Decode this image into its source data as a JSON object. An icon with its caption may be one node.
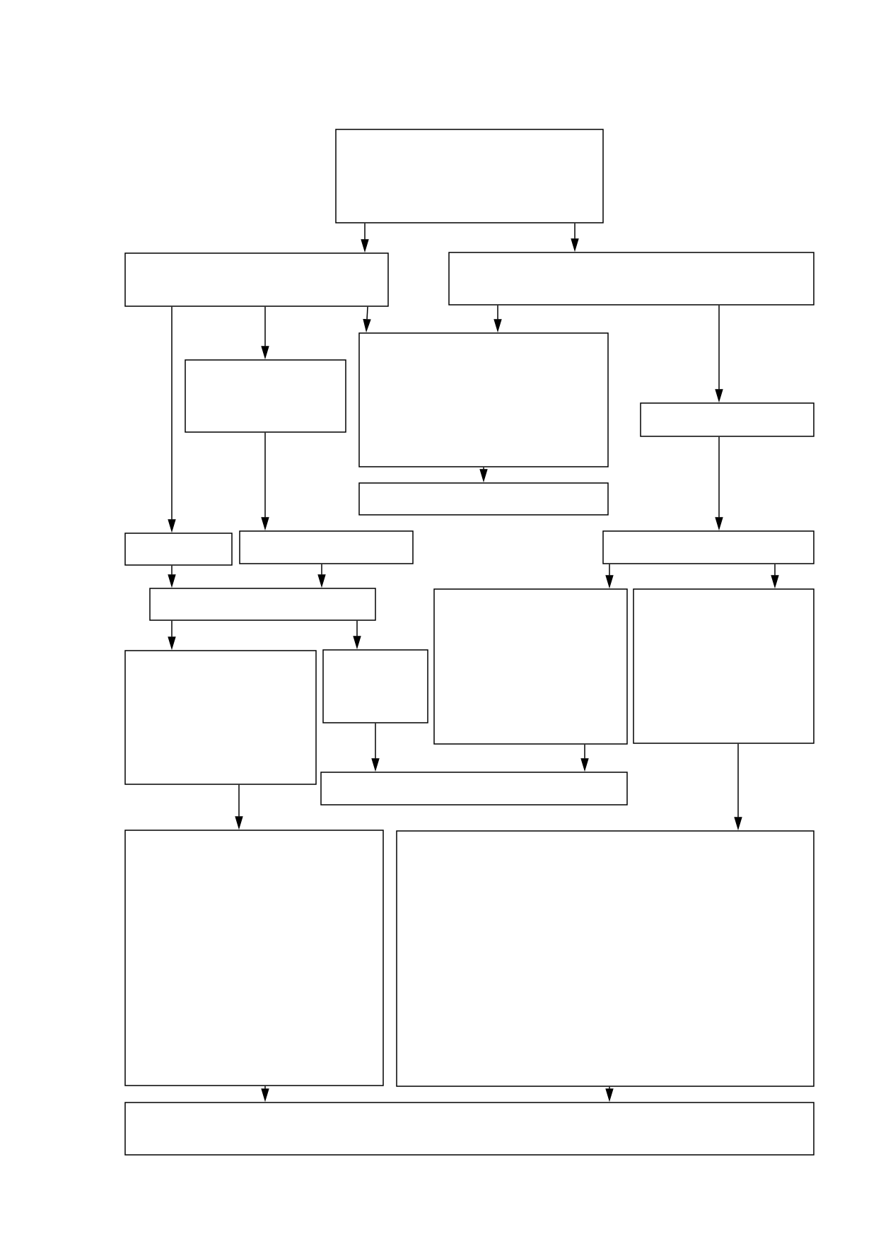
{
  "diagram": {
    "nodes": [
      {
        "text": [],
        "shape": "box"
      },
      {
        "text": [],
        "shape": "box"
      },
      {
        "text": [],
        "shape": "box"
      },
      {
        "text": [],
        "shape": "box"
      },
      {
        "text": [],
        "shape": "box"
      },
      {
        "text": [],
        "shape": "box"
      },
      {
        "text": [],
        "shape": "box"
      },
      {
        "text": [],
        "shape": "box"
      },
      {
        "text": [],
        "shape": "box"
      },
      {
        "text": [],
        "shape": "box"
      },
      {
        "text": [],
        "shape": "box"
      },
      {
        "text": [],
        "shape": "box"
      },
      {
        "text": [],
        "shape": "box"
      },
      {
        "text": [],
        "shape": "box"
      },
      {
        "text": [],
        "shape": "box"
      },
      {
        "text": [],
        "shape": "box"
      },
      {
        "text": [],
        "shape": "box"
      },
      {
        "text": [],
        "shape": "box"
      },
      {
        "text": [],
        "shape": "box"
      }
    ],
    "edges": [
      {
        "from": 0,
        "to": 1,
        "arrow": "to"
      },
      {
        "from": 0,
        "to": 2,
        "arrow": "to"
      },
      {
        "from": 1,
        "to": 7,
        "arrow": "to"
      },
      {
        "from": 1,
        "to": 3,
        "arrow": "to"
      },
      {
        "from": 1,
        "to": 4,
        "arrow": "to"
      },
      {
        "from": 2,
        "to": 4,
        "arrow": "to"
      },
      {
        "from": 2,
        "to": 5,
        "arrow": "to"
      },
      {
        "from": 3,
        "to": 8,
        "arrow": "to"
      },
      {
        "from": 4,
        "to": 6,
        "arrow": "to"
      },
      {
        "from": 5,
        "to": 9,
        "arrow": "to"
      },
      {
        "from": 7,
        "to": 10,
        "arrow": "to"
      },
      {
        "from": 8,
        "to": 10,
        "arrow": "to"
      },
      {
        "from": 9,
        "to": 11,
        "arrow": "to"
      },
      {
        "from": 9,
        "to": 12,
        "arrow": "to"
      },
      {
        "from": 10,
        "to": 13,
        "arrow": "to"
      },
      {
        "from": 10,
        "to": 14,
        "arrow": "to"
      },
      {
        "from": 11,
        "to": 15,
        "arrow": "to"
      },
      {
        "from": 12,
        "to": 17,
        "arrow": "to"
      },
      {
        "from": 13,
        "to": 16,
        "arrow": "to"
      },
      {
        "from": 14,
        "to": 15,
        "arrow": "to"
      },
      {
        "from": 16,
        "to": 18,
        "arrow": "to"
      },
      {
        "from": 17,
        "to": 18,
        "arrow": "to"
      }
    ]
  }
}
